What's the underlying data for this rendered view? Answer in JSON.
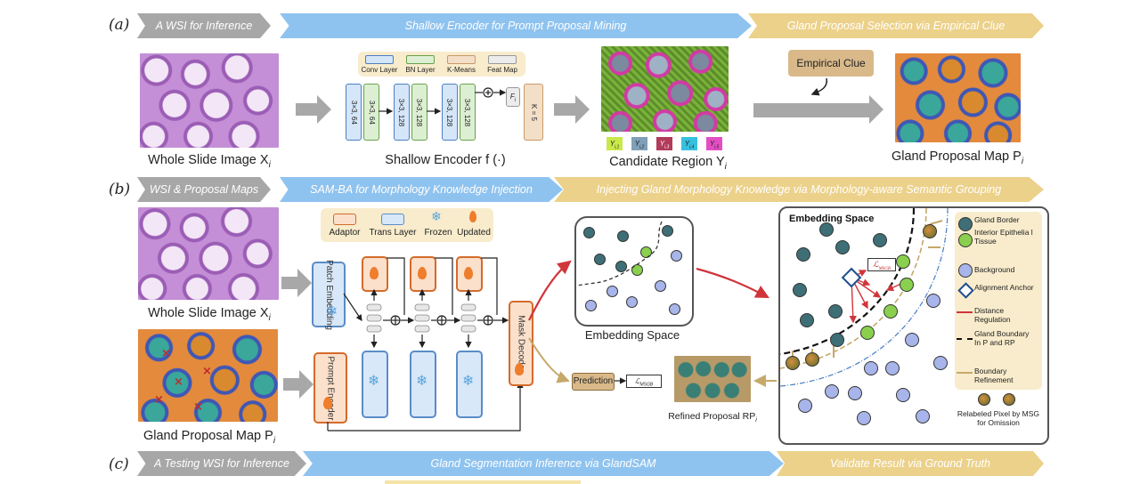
{
  "sections": {
    "a": {
      "label": "(a)",
      "banner_input": "A WSI for Inference",
      "banner_mid": "Shallow Encoder for Prompt Proposal Mining",
      "banner_right": "Gland Proposal Selection via Empirical Clue"
    },
    "b": {
      "label": "(b)",
      "banner_input": "WSI  & Proposal Maps",
      "banner_mid": "SAM-BA for Morphology Knowledge Injection",
      "banner_right": "Injecting Gland Morphology Knowledge via Morphology-aware Semantic Grouping"
    },
    "c": {
      "label": "(c)",
      "banner_input": "A Testing WSI for Inference",
      "banner_mid": "Gland Segmentation Inference via GlandSAM",
      "banner_right": "Validate Result via Ground Truth"
    }
  },
  "part_a": {
    "wsi_caption": "Whole Slide Image X",
    "wsi_sub": "i",
    "encoder_caption": "Shallow Encoder f (·)",
    "legend": [
      "Conv Layer",
      "BN Layer",
      "K-Means",
      "Feat Map"
    ],
    "conv_layers": [
      "3×3, 64",
      "3×3, 64",
      "3×3, 128",
      "3×3, 128",
      "3×3, 128",
      "3×3, 128"
    ],
    "feat_label": "F",
    "feat_sub": "i",
    "kmeans_label": "K = 5",
    "candidate_caption": "Candidate Region Y",
    "candidate_sub": "i",
    "candidate_tags": [
      {
        "label": "Y",
        "sub": "i,1",
        "color": "#c9e84a"
      },
      {
        "label": "Y",
        "sub": "i,2",
        "color": "#7fa0b8"
      },
      {
        "label": "Y",
        "sub": "i,3",
        "color": "#b23a5a"
      },
      {
        "label": "Y",
        "sub": "i,4",
        "color": "#37c0df"
      },
      {
        "label": "Y",
        "sub": "i,5",
        "color": "#e34fc3"
      }
    ],
    "empirical_clue": "Empirical Clue",
    "proposal_caption": "Gland Proposal Map P",
    "proposal_sub": "i"
  },
  "part_b": {
    "wsi_caption": "Whole Slide Image X",
    "wsi_sub": "i",
    "proposal_caption": "Gland Proposal Map P",
    "proposal_sub": "i",
    "legend": [
      "Adaptor",
      "Trans Layer",
      "Frozen",
      "Updated"
    ],
    "patch_embedding": "Patch Embedding",
    "prompt_encoder": "Prompt Encoder",
    "mask_decoder": "Mask Decoder",
    "embedding_caption": "Embedding Space",
    "prediction": "Prediction",
    "loss_label": "ℒ",
    "loss_sub": "MSGB",
    "refined_caption": "Refined Proposal RP",
    "refined_sub": "i",
    "embed_space_title": "Embedding Space",
    "embed_loss": "ℒ",
    "embed_loss_sub": "MSGB",
    "legend_right": [
      "Gland Border",
      "Interior Epithelia l Tissue",
      "Background",
      "Alignment Anchor",
      "Distance Regulation",
      "Gland Boundary In P and RP",
      "Boundary Refinement",
      "Relabeled Pixel by MSG for Omission"
    ]
  },
  "colors": {
    "banner_gray": "#a7a7a7",
    "banner_blue": "#8fc3ef",
    "banner_gold": "#ecd18a",
    "arrow_red": "#d0353a",
    "arrow_tan": "#c6a86a",
    "teal_node": "#3e6f76",
    "green_node": "#8ad04e",
    "blue_node": "#a8b5ea"
  }
}
